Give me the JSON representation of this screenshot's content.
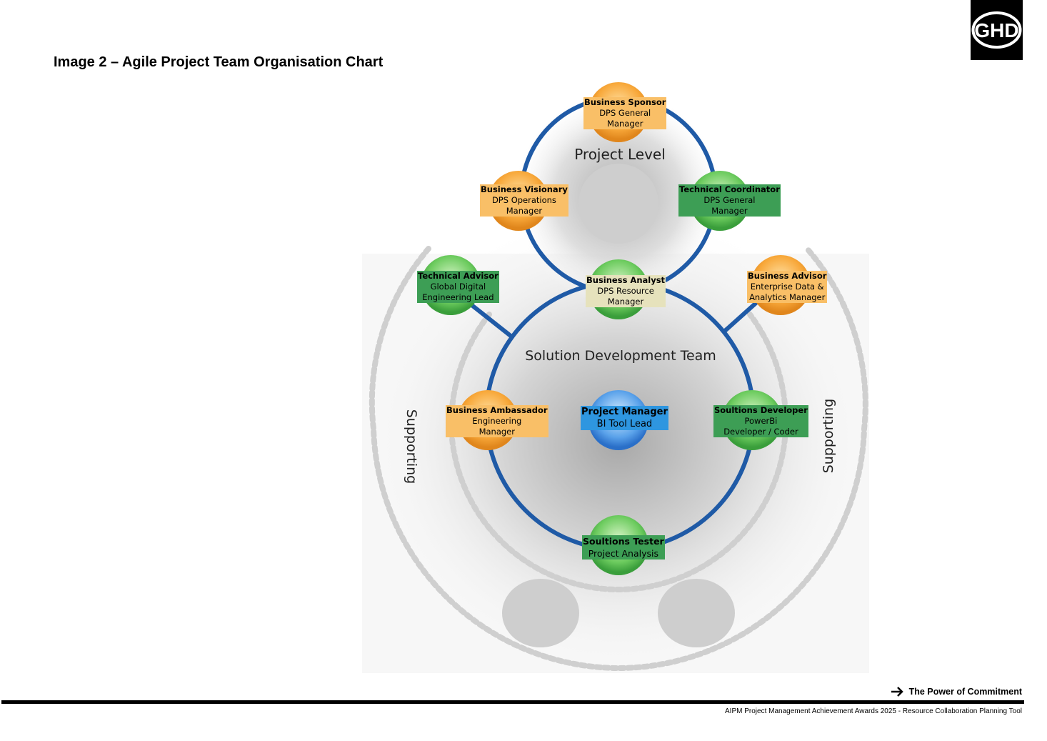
{
  "header": {
    "title": "Image 2 – Agile Project Team Organisation Chart",
    "logo_text": "GHD",
    "logo_icon": "ghd-logo-icon"
  },
  "diagram": {
    "project_level_label": "Project Level",
    "team_label": "Solution Development Team",
    "supporting_left": "Supporting",
    "supporting_right": "Supporting",
    "colors": {
      "ring": "#1f5aa6",
      "orange": "#f9bf67",
      "green": "#3d9e55",
      "cream": "#e6e2bc",
      "blue": "#2e96e0"
    },
    "nodes": {
      "business_sponsor": {
        "role": "Business Sponsor",
        "person": [
          "DPS General",
          "Manager"
        ],
        "color": "orange"
      },
      "business_visionary": {
        "role": "Business Visionary",
        "person": [
          "DPS Operations",
          "Manager"
        ],
        "color": "orange"
      },
      "technical_coordinator": {
        "role": "Technical Coordinator",
        "person": [
          "DPS General",
          "Manager"
        ],
        "color": "green"
      },
      "business_analyst": {
        "role": "Business Analyst",
        "person": [
          "DPS Resource",
          "Manager"
        ],
        "color": "cream"
      },
      "technical_advisor": {
        "role": "Technical Advisor",
        "person": [
          "Global Digital",
          "Engineering Lead"
        ],
        "color": "green"
      },
      "business_advisor": {
        "role": "Business Advisor",
        "person": [
          "Enterprise Data &",
          "Analytics Manager"
        ],
        "color": "orange"
      },
      "business_ambassador": {
        "role": "Business Ambassador",
        "person": [
          "Engineering",
          "Manager"
        ],
        "color": "orange"
      },
      "project_manager": {
        "role": "Project Manager",
        "person": [
          "BI Tool Lead"
        ],
        "color": "blue"
      },
      "solutions_developer": {
        "role": "Soultions Developer",
        "person": [
          "PowerBi",
          "Developer / Coder"
        ],
        "color": "green"
      },
      "solutions_tester": {
        "role": "Soultions Tester",
        "person": [
          "Project Analysis"
        ],
        "color": "green"
      }
    }
  },
  "footer": {
    "tagline": "The Power of Commitment",
    "note": "AIPM Project Management Achievement Awards 2025 - Resource Collaboration Planning Tool"
  }
}
